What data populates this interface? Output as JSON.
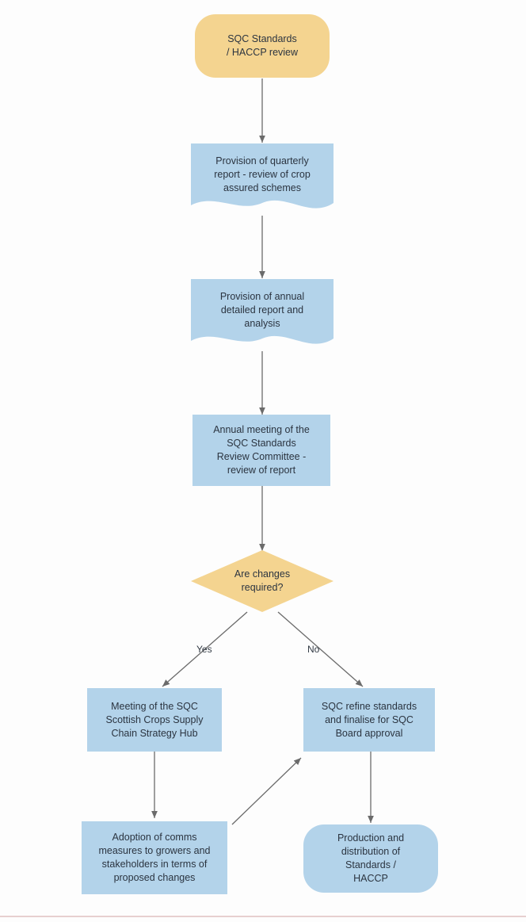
{
  "diagram": {
    "title": "SQC Standards / HACCP review flowchart",
    "colors": {
      "start_fill": "#f4d490",
      "process_fill": "#b3d3ea",
      "decision_fill": "#f4d490",
      "edge_stroke": "#6b6b6b",
      "text": "#2b3440"
    },
    "nodes": [
      {
        "id": "start",
        "shape": "stadium",
        "label": "SQC Standards\n/ HACCP review"
      },
      {
        "id": "quarterly",
        "shape": "document",
        "label": "Provision of quarterly\nreport - review of crop\nassured schemes"
      },
      {
        "id": "annual",
        "shape": "document",
        "label": "Provision of annual\ndetailed report and\nanalysis"
      },
      {
        "id": "meeting",
        "shape": "rect",
        "label": "Annual meeting of the\nSQC Standards\nReview Committee -\nreview of report"
      },
      {
        "id": "decision",
        "shape": "diamond",
        "label": "Are changes\nrequired?"
      },
      {
        "id": "hub",
        "shape": "rect",
        "label": "Meeting of the SQC\nScottish Crops Supply\nChain Strategy Hub"
      },
      {
        "id": "refine",
        "shape": "rect",
        "label": "SQC refine standards\nand finalise for SQC\nBoard approval"
      },
      {
        "id": "comms",
        "shape": "rect",
        "label": "Adoption of comms\nmeasures to growers and\nstakeholders in terms of\nproposed changes"
      },
      {
        "id": "production",
        "shape": "stadium",
        "label": "Production and\ndistribution of\nStandards /\nHACCP"
      }
    ],
    "edge_labels": {
      "yes": "Yes",
      "no": "No"
    },
    "edges": [
      {
        "from": "start",
        "to": "quarterly",
        "label": ""
      },
      {
        "from": "quarterly",
        "to": "annual",
        "label": ""
      },
      {
        "from": "annual",
        "to": "meeting",
        "label": ""
      },
      {
        "from": "meeting",
        "to": "decision",
        "label": ""
      },
      {
        "from": "decision",
        "to": "hub",
        "label": "Yes"
      },
      {
        "from": "decision",
        "to": "refine",
        "label": "No"
      },
      {
        "from": "hub",
        "to": "comms",
        "label": ""
      },
      {
        "from": "comms",
        "to": "refine",
        "label": ""
      },
      {
        "from": "refine",
        "to": "production",
        "label": ""
      }
    ]
  }
}
